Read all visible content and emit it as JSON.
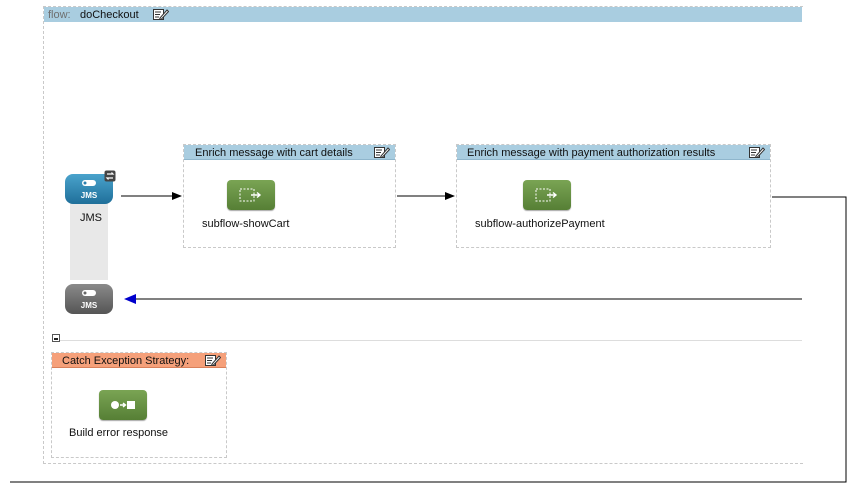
{
  "flow": {
    "keyword": "flow:",
    "name": "doCheckout"
  },
  "inbound": {
    "label": "JMS",
    "icon_text": "JMS"
  },
  "outbound": {
    "icon_text": "JMS"
  },
  "enrichers": [
    {
      "title": "Enrich message with cart details",
      "component_label": "subflow-showCart"
    },
    {
      "title": "Enrich message with payment authorization results",
      "component_label": "subflow-authorizePayment"
    }
  ],
  "catch_strategy": {
    "title": "Catch Exception Strategy:",
    "component_label": "Build error response"
  },
  "colors": {
    "header_blue": "#a9cde0",
    "catch_orange": "#f5a07a",
    "component_green": "#6a9444",
    "jms_blue": "#2a7fae",
    "response_arrow": "#0000cc"
  }
}
